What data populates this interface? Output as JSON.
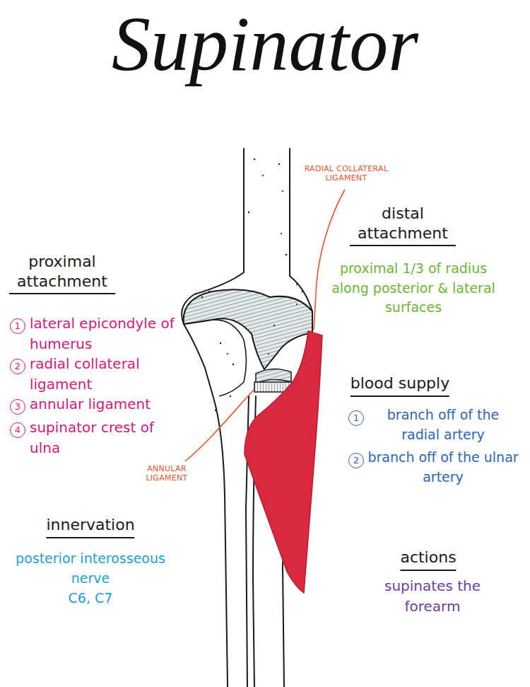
{
  "diagram": {
    "title": "Supinator",
    "labels": [
      "proximal attachment",
      "1",
      "lateral epicondyle of humerus",
      "2",
      "radial collateral ligament",
      "3",
      "annular ligament",
      "4",
      "supinator crest of ulna",
      "innervation",
      "posterior interosseous nerve",
      "C6, C7",
      "RADIAL COLLATERAL LIGAMENT",
      "distal attachment",
      "proximal 1/3 of radius along posterior & lateral surfaces",
      "blood supply",
      "1",
      "branch off of the radial artery",
      "2",
      "branch off of the ulnar artery",
      "ANNULAR LIGAMENT",
      "actions",
      "supinates the forearm"
    ]
  }
}
